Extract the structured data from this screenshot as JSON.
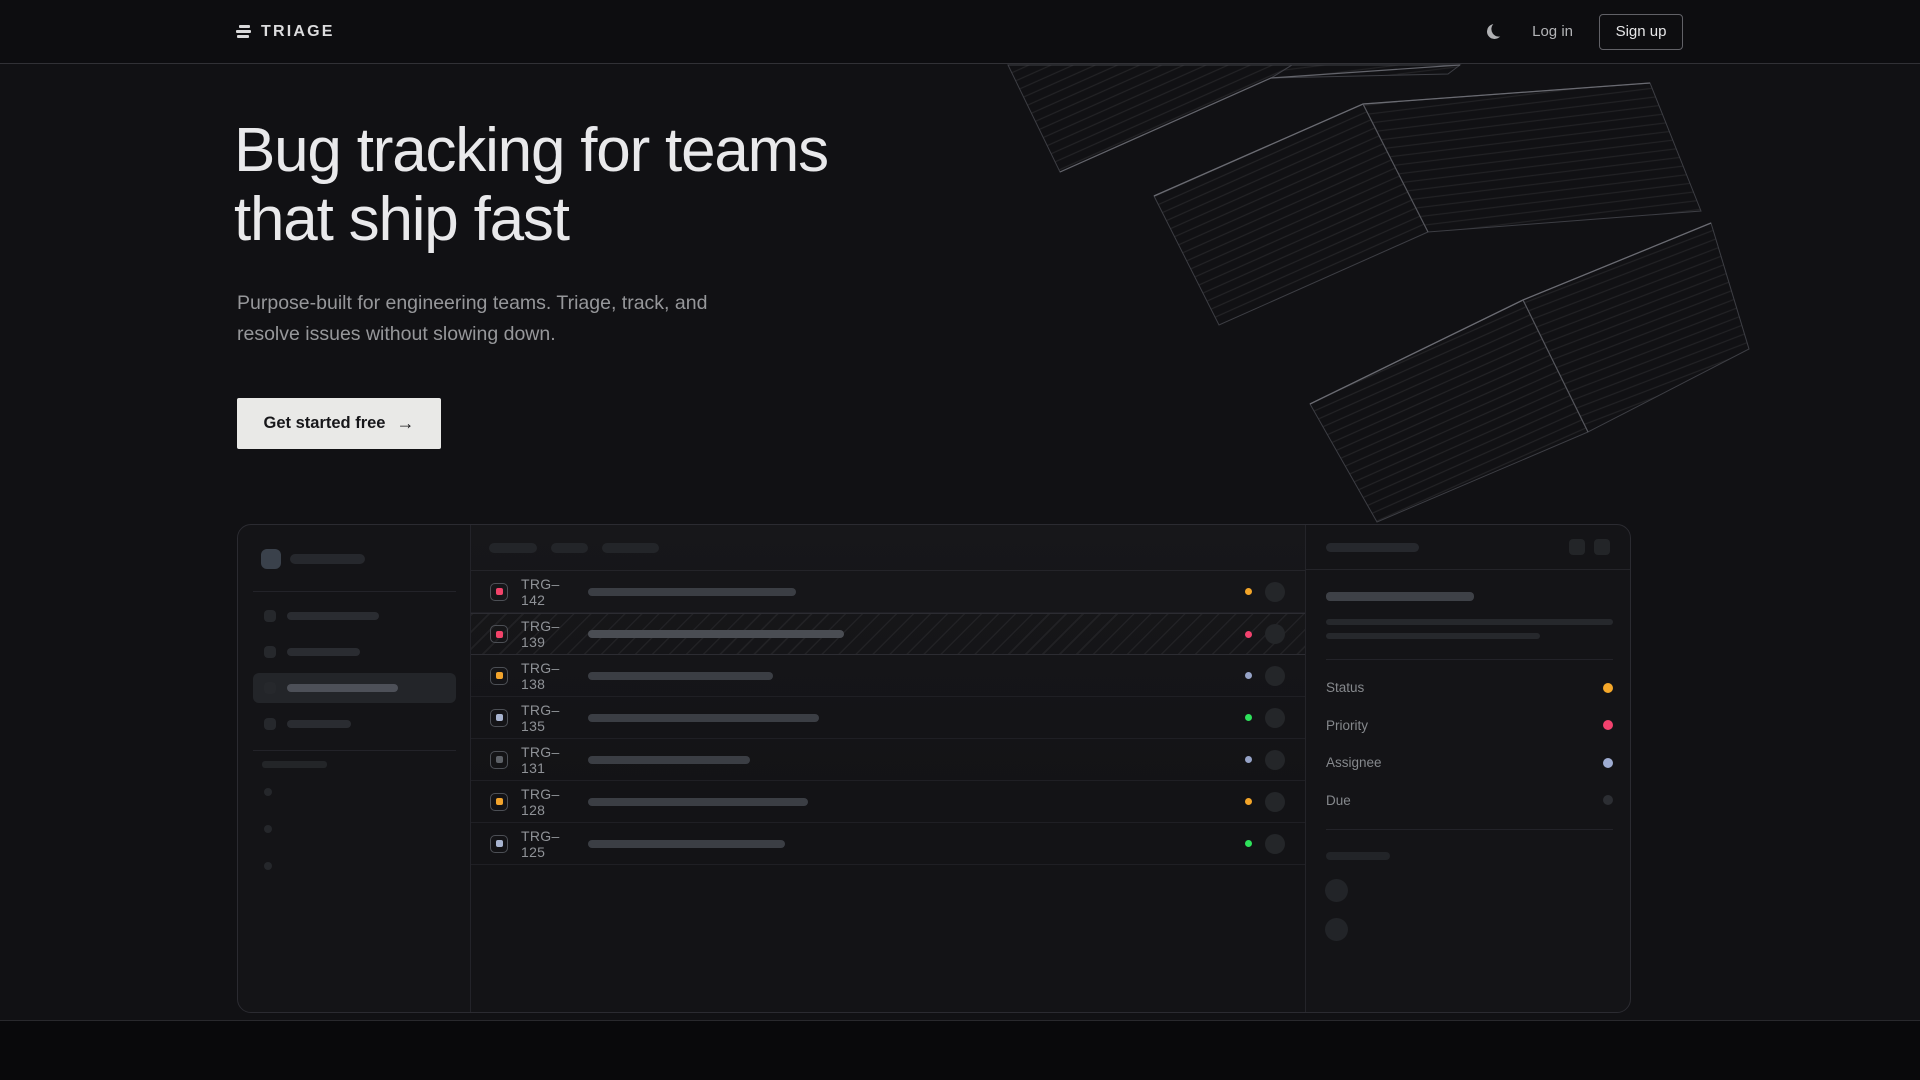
{
  "brand": {
    "name": "TRIAGE",
    "icon": "triage-bars-icon"
  },
  "nav": {
    "theme_toggle_icon": "moon-icon",
    "login_label": "Log in",
    "signup_label": "Sign up"
  },
  "hero": {
    "title_line1": "Bug tracking for teams",
    "title_line2": "that ship fast",
    "subtitle_line1": "Purpose-built for engineering teams. Triage, track, and",
    "subtitle_line2": "resolve issues without slowing down.",
    "cta_label": "Get started free",
    "cta_arrow": "→"
  },
  "app_preview": {
    "issues": [
      {
        "id": "TRG–142",
        "icon_color": "#f2436a",
        "dot_color": "#f3a529",
        "title_w": 208,
        "hatched": false
      },
      {
        "id": "TRG–139",
        "icon_color": "#f2436a",
        "dot_color": "#f2426e",
        "title_w": 256,
        "hatched": true
      },
      {
        "id": "TRG–138",
        "icon_color": "#f3a42c",
        "dot_color": "#96a3c7",
        "title_w": 185,
        "hatched": false
      },
      {
        "id": "TRG–135",
        "icon_color": "#a9b5d1",
        "dot_color": "#2ee25b",
        "title_w": 231,
        "hatched": false
      },
      {
        "id": "TRG–131",
        "icon_color": "#5d6167",
        "dot_color": "#96a3c7",
        "title_w": 162,
        "hatched": false
      },
      {
        "id": "TRG–128",
        "icon_color": "#f3a42c",
        "dot_color": "#f3a529",
        "title_w": 220,
        "hatched": false
      },
      {
        "id": "TRG–125",
        "icon_color": "#a9b5d1",
        "dot_color": "#2ee25b",
        "title_w": 197,
        "hatched": false
      }
    ],
    "detail_fields": [
      {
        "label": "Status",
        "dot_color": "#f5a82a"
      },
      {
        "label": "Priority",
        "dot_color": "#f2426e"
      },
      {
        "label": "Assignee",
        "dot_color": "#9fadd2"
      },
      {
        "label": "Due",
        "dot_color": "#2c2e33"
      }
    ]
  },
  "colors": {
    "page_bg": "#111114",
    "navbar_bg": "#0d0d10",
    "panel_bg": "#141417",
    "footer_bg": "#09090b",
    "cta_bg": "#e9e9e7",
    "status_orange": "#f3a529",
    "status_pink": "#f2426e",
    "status_green": "#2ee25b",
    "status_periwinkle": "#96a3c7"
  }
}
